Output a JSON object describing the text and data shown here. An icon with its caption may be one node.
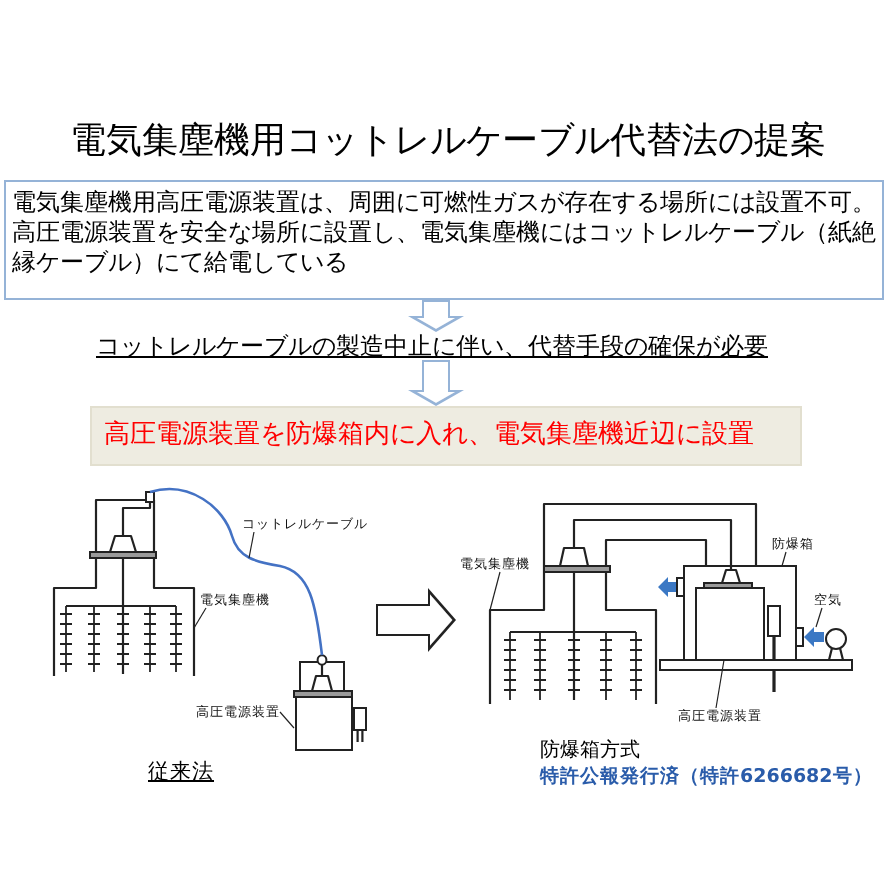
{
  "diagram": {
    "title": "電気集塵機用コットレルケーブル代替法の提案",
    "nodes": [
      {
        "text": [
          "電気集塵機用高圧電源装置は、周囲に可燃性ガスが存在する場所には設置不可。高圧電源装置を安全な場所に設置し、電気集塵機にはコットレルケーブル（紙絶縁ケーブル）にて給電している"
        ]
      },
      {
        "text": [
          "コットレルケーブルの製造中止に伴い、代替手段の確保が必要"
        ]
      },
      {
        "text": [
          "高圧電源装置を防爆箱内に入れ、電気集塵機近辺に設置"
        ]
      },
      {
        "text": [],
        "shape": "picture",
        "beside": [
          "従来法"
        ]
      },
      {
        "text": [],
        "shape": "picture",
        "in": 3
      },
      {
        "text": [
          "コットレルケーブル"
        ],
        "in": 3
      },
      {
        "text": [
          "電気集塵機"
        ],
        "in": 3
      },
      {
        "text": [],
        "shape": "picture",
        "in": 3
      },
      {
        "text": [
          "高圧電源装置"
        ],
        "in": 3
      },
      {
        "text": [],
        "shape": "picture",
        "beside": [
          "防爆箱方式",
          "特許公報発行済（特許6266682号）"
        ]
      },
      {
        "text": [],
        "shape": "picture",
        "in": 9
      },
      {
        "text": [
          "電気集塵機"
        ],
        "in": 9
      },
      {
        "text": [
          "防爆箱"
        ],
        "in": 9
      },
      {
        "text": [],
        "shape": "box",
        "in": 9
      },
      {
        "text": [
          "空気"
        ],
        "in": 9
      },
      {
        "text": [],
        "shape": "picture",
        "in": 9
      },
      {
        "text": [],
        "shape": "box",
        "in": 13
      },
      {
        "text": [
          "高圧電源装置"
        ],
        "in": 9
      }
    ],
    "edges": [
      {
        "from": 0,
        "to": 1,
        "arrow": "to",
        "style": "thick",
        "color": "#95b3d7"
      },
      {
        "from": 1,
        "to": 2,
        "arrow": "to",
        "style": "thick",
        "color": "#95b3d7"
      },
      {
        "from": 3,
        "to": 9,
        "arrow": "to",
        "style": "thick"
      },
      {
        "from": 4,
        "to": 7,
        "arrow": "none",
        "color": "#4472c4"
      },
      {
        "from": 5,
        "to": null,
        "arrow": "none"
      },
      {
        "from": 6,
        "to": 4,
        "arrow": "none"
      },
      {
        "from": 8,
        "to": 7,
        "arrow": "none"
      },
      {
        "from": 11,
        "to": 10,
        "arrow": "none"
      },
      {
        "from": 12,
        "to": 13,
        "arrow": "none"
      },
      {
        "from": 14,
        "to": 15,
        "arrow": "none"
      },
      {
        "from": 17,
        "to": 16,
        "arrow": "none"
      }
    ]
  }
}
